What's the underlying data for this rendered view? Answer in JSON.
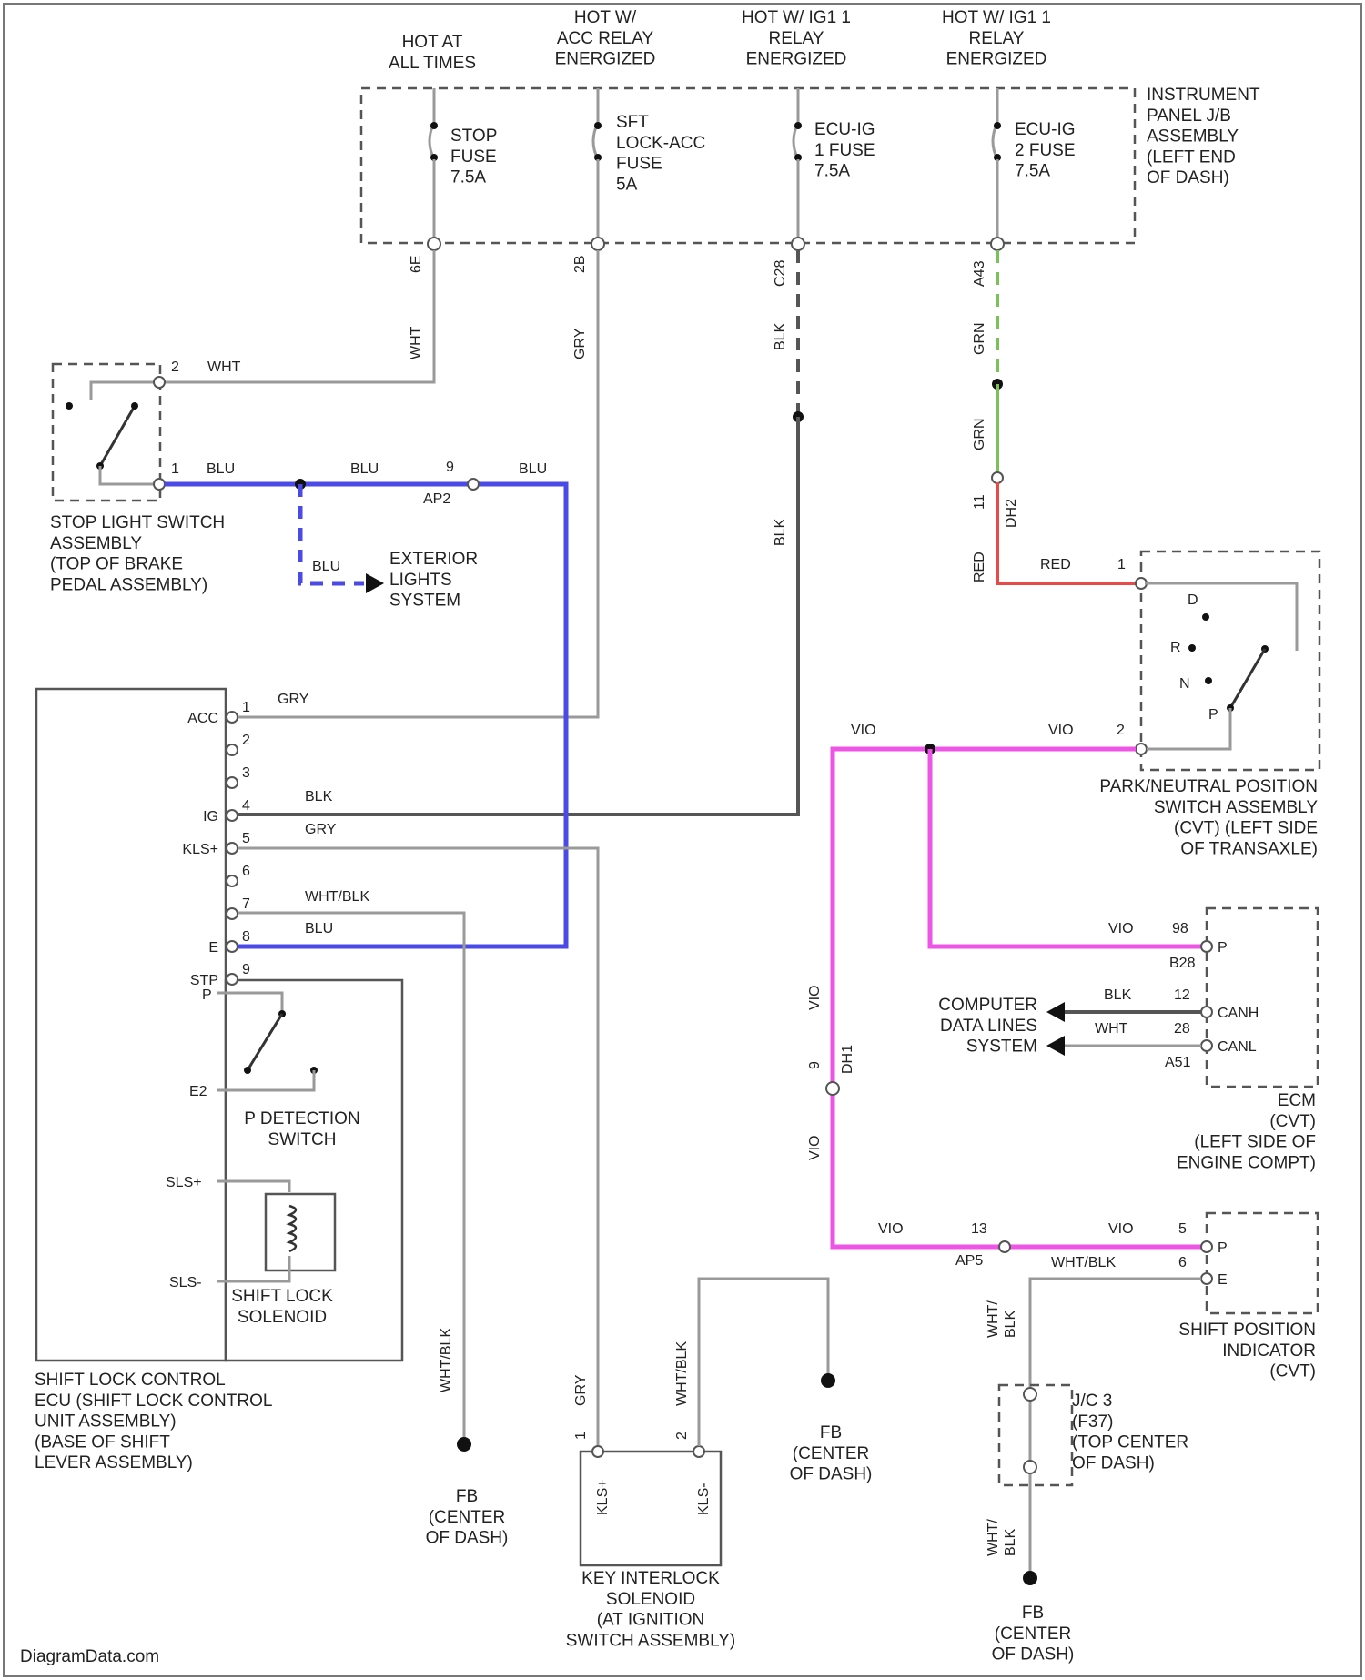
{
  "power_sources": {
    "hot_at_all_times": "HOT AT\nALL TIMES",
    "acc_relay": "HOT W/\nACC RELAY\nENERGIZED",
    "ig1_relay_a": "HOT W/ IG1 1\nRELAY\nENERGIZED",
    "ig1_relay_b": "HOT W/ IG1 1\nRELAY\nENERGIZED"
  },
  "fuses": {
    "stop": "STOP\nFUSE\n7.5A",
    "sft_lock_acc": "SFT\nLOCK-ACC\nFUSE\n5A",
    "ecu_ig_1": "ECU-IG\n1 FUSE\n7.5A",
    "ecu_ig_2": "ECU-IG\n2 FUSE\n7.5A"
  },
  "junction_block": {
    "label": "INSTRUMENT\nPANEL J/B\nASSEMBLY\n(LEFT END\nOF DASH)"
  },
  "connectors_top": {
    "c1": "6E",
    "c2": "2B",
    "c3": "C28",
    "c4": "A43"
  },
  "wire_labels": {
    "wht_top": "WHT",
    "gry_top": "GRY",
    "blk_top": "BLK",
    "grn_top": "GRN",
    "grn_mid": "GRN",
    "blk_mid": "BLK",
    "red_vert": "RED",
    "red_horiz": "RED",
    "wht_2": "WHT",
    "blu_1": "BLU",
    "blu_2": "BLU",
    "blu_3": "BLU",
    "blu_ext": "BLU",
    "gry_acc": "GRY",
    "blk_ig": "BLK",
    "gry_kls": "GRY",
    "whtblk_e": "WHT/BLK",
    "blu_stp": "BLU",
    "vio_a": "VIO",
    "vio_b": "VIO",
    "vio_c": "VIO",
    "vio_d": "VIO",
    "vio_e": "VIO",
    "vio_f": "VIO",
    "vio_g": "VIO",
    "blk_canh": "BLK",
    "wht_canl": "WHT",
    "whtblk_ind": "WHT/BLK",
    "gry_kli": "GRY",
    "whtblk_klk": "WHT/BLK",
    "whtblk_fb": "WHT/BLK",
    "whtblk_j": "WHT/\nBLK",
    "whtblk_j2": "WHT/\nBLK"
  },
  "pin_numbers": {
    "sl_2": "2",
    "sl_1": "1",
    "ap_9": "9",
    "ap_code": "AP2",
    "red_11": "11",
    "red_code": "DH2",
    "pnp_1": "1",
    "pnp_2": "2",
    "ecm_98": "98",
    "ecm_code": "B28",
    "ecm_12": "12",
    "ecm_28": "28",
    "ecm_code2": "A51",
    "vio_9": "9",
    "vio_code": "DH1",
    "ind_13": "13",
    "ind_code": "AP5",
    "ind_5": "5",
    "ind_6": "6",
    "kli_1": "1",
    "klk_2": "2"
  },
  "stop_light_switch": {
    "label": "STOP LIGHT SWITCH\nASSEMBLY\n(TOP OF BRAKE\nPEDAL ASSEMBLY)"
  },
  "exterior_lights": {
    "label": "EXTERIOR\nLIGHTS\nSYSTEM"
  },
  "shift_lock_ecu": {
    "label": "SHIFT LOCK CONTROL\nECU (SHIFT LOCK CONTROL\nUNIT ASSEMBLY)\n(BASE OF SHIFT\nLEVER ASSEMBLY)",
    "terminals": [
      "ACC",
      "",
      "",
      "IG",
      "KLS+",
      "",
      "",
      "E",
      "STP"
    ],
    "pins": [
      "1",
      "2",
      "3",
      "4",
      "5",
      "6",
      "7",
      "8",
      "9"
    ],
    "p_terminal": "P",
    "e2_terminal": "E2",
    "sls_plus": "SLS+",
    "sls_minus": "SLS-",
    "p_detection": "P DETECTION\nSWITCH",
    "shift_lock_solenoid": "SHIFT LOCK\nSOLENOID"
  },
  "pnp_switch": {
    "label": "PARK/NEUTRAL POSITION\nSWITCH ASSEMBLY\n(CVT) (LEFT SIDE\nOF TRANSAXLE)",
    "positions": [
      "D",
      "R",
      "N",
      "P"
    ]
  },
  "ecm": {
    "label": "ECM\n(CVT)\n(LEFT SIDE OF\nENGINE COMPT)",
    "terminals": [
      "P",
      "CANH",
      "CANL"
    ]
  },
  "computer_data_lines": {
    "label": "COMPUTER\nDATA LINES\nSYSTEM"
  },
  "shift_position_indicator": {
    "label": "SHIFT POSITION\nINDICATOR\n(CVT)",
    "terminals": [
      "P",
      "E"
    ]
  },
  "junction_connector": {
    "label": "J/C 3\n(F37)\n(TOP CENTER\nOF DASH)"
  },
  "key_interlock": {
    "label": "KEY INTERLOCK\nSOLENOID\n(AT IGNITION\nSWITCH ASSEMBLY)",
    "terminals": [
      "KLS+",
      "KLS-"
    ]
  },
  "grounds": {
    "fb_1": "FB\n(CENTER\nOF DASH)",
    "fb_2": "FB\n(CENTER\nOF DASH)",
    "fb_3": "FB\n(CENTER\nOF DASH)"
  },
  "watermark": "DiagramData.com",
  "colors": {
    "blu": "#4a4ae6",
    "vio": "#ee55e6",
    "red": "#e84a4a",
    "grn": "#7ac15a",
    "gry": "#9a9a9a",
    "blk": "#555555"
  }
}
